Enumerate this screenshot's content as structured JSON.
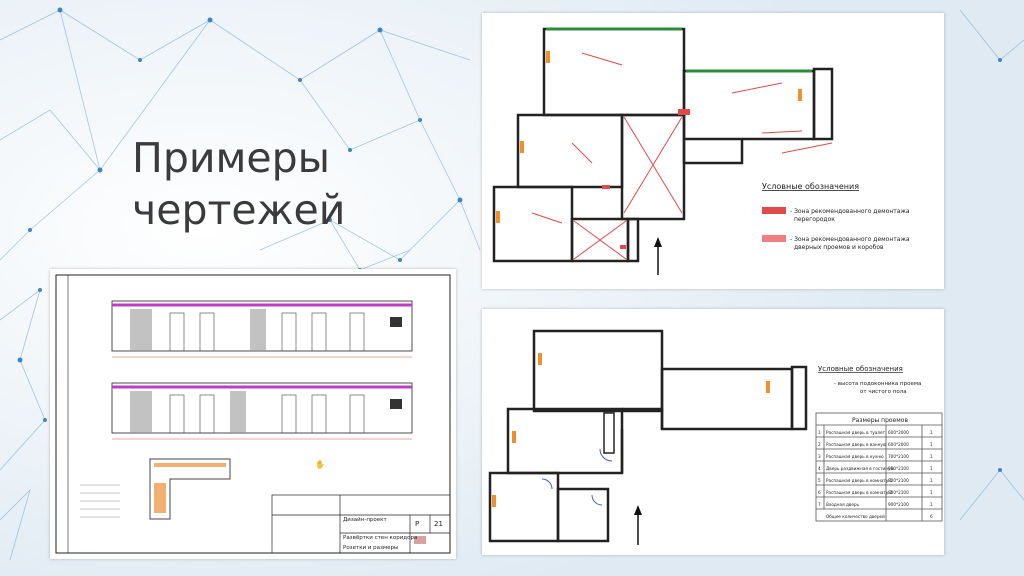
{
  "slide": {
    "title_line1": "Примеры",
    "title_line2": "чертежей"
  },
  "plan_top": {
    "legend_title": "Условные обозначения",
    "legend_item1_line1": "- Зона рекомендованного демонтажа",
    "legend_item1_line2": "перегородок",
    "legend_item2_line1": "- Зона рекомендованного демонтажа",
    "legend_item2_line2": "дверных проемов и коробов"
  },
  "plan_bottom": {
    "legend_title": "Условные обозначения",
    "legend_item_line1": "- высота подоконника проема",
    "legend_item_line2": "от чистого пола",
    "table_title": "Размеры проемов",
    "rows": [
      {
        "n": "1",
        "name": "Распашная дверь в туалет",
        "size": "600*2000",
        "q": "1"
      },
      {
        "n": "2",
        "name": "Распашная дверь в ванную",
        "size": "600*2000",
        "q": "1"
      },
      {
        "n": "3",
        "name": "Распашная дверь в кухню",
        "size": "700*2100",
        "q": "1"
      },
      {
        "n": "4",
        "name": "Дверь раздвижная в гостиную",
        "size": "950*2100",
        "q": "1"
      },
      {
        "n": "5",
        "name": "Распашная дверь в комнату 1",
        "size": "800*2100",
        "q": "1"
      },
      {
        "n": "6",
        "name": "Распашная дверь в комнату 2",
        "size": "800*2100",
        "q": "1"
      },
      {
        "n": "7",
        "name": "Входная дверь",
        "size": "900*2100",
        "q": "1"
      }
    ],
    "total_label": "Общее количество дверей",
    "total_value": "6"
  },
  "elevation": {
    "stamp_line1": "Дизайн-проект",
    "stamp_line2": "Развёртки стен коридора",
    "stamp_line3": "Розетки и размеры",
    "sheet_label": "Р",
    "sheet_no": "21"
  },
  "colors": {
    "accent_red": "#e04a4a",
    "wall_green": "#2e8b3a",
    "magenta": "#c03cc8",
    "orange": "#f0902c"
  }
}
